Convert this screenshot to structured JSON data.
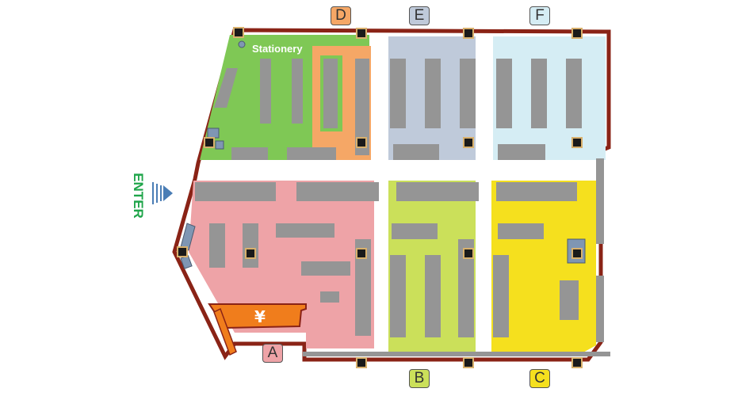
{
  "sections": {
    "A": {
      "label": "A",
      "color": "#eea3a7"
    },
    "B": {
      "label": "B",
      "color": "#cbe05a"
    },
    "C": {
      "label": "C",
      "color": "#f5e01e"
    },
    "D": {
      "label": "D",
      "color": "#f5a766"
    },
    "E": {
      "label": "E",
      "color": "#bfcada"
    },
    "F": {
      "label": "F",
      "color": "#d5edf4"
    }
  },
  "stationery": {
    "label": "Stationery",
    "color": "#7fc855"
  },
  "entrance": {
    "label": "ENTER",
    "color": "#1fa54a"
  },
  "cashier": {
    "symbol": "¥",
    "color": "#f07d1c"
  },
  "colors": {
    "wall": "#8a2316",
    "shelf": "#959595",
    "aisle": "#ffffff",
    "pillar": "#1a1a1a",
    "fixture": "#7f96b3"
  },
  "icons": [
    "pillar-icon",
    "entrance-arrow-icon",
    "yen-icon"
  ]
}
